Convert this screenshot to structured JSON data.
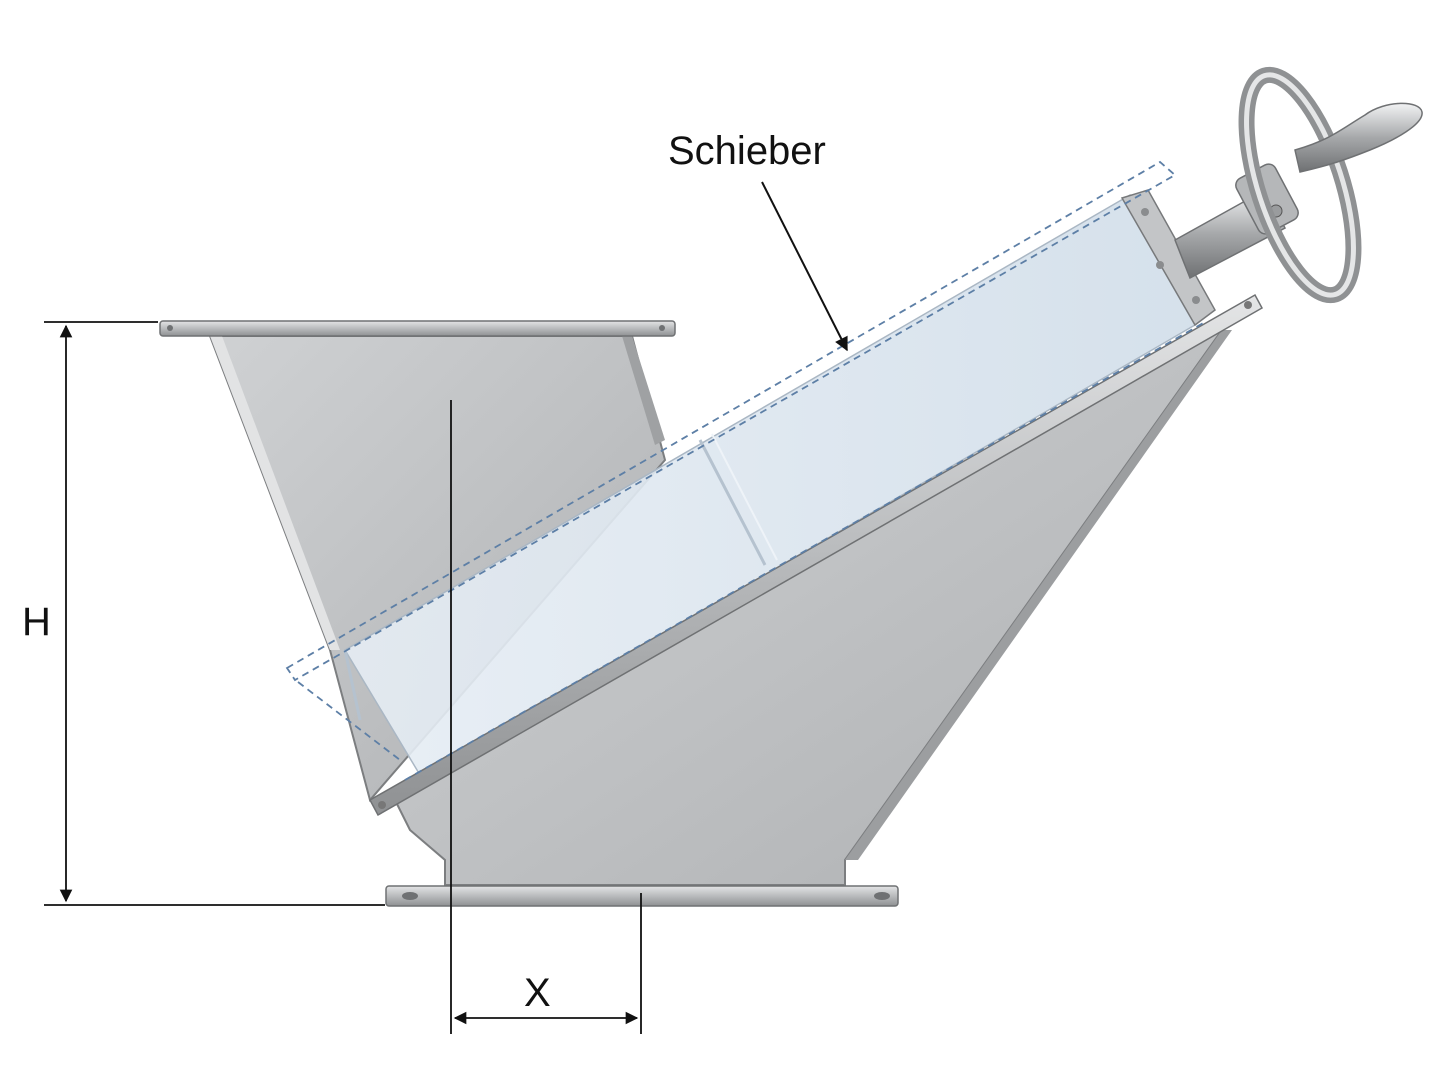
{
  "labels": {
    "gate": "Schieber",
    "height": "H",
    "offset": "X"
  },
  "colors": {
    "steel_light": "#c7c9cb",
    "steel_mid": "#b3b5b7",
    "steel_dark": "#8a8c8e",
    "gate_fill": "#dfe8f1",
    "dash_line": "#5d7fa6",
    "dimension_line": "#111111"
  }
}
